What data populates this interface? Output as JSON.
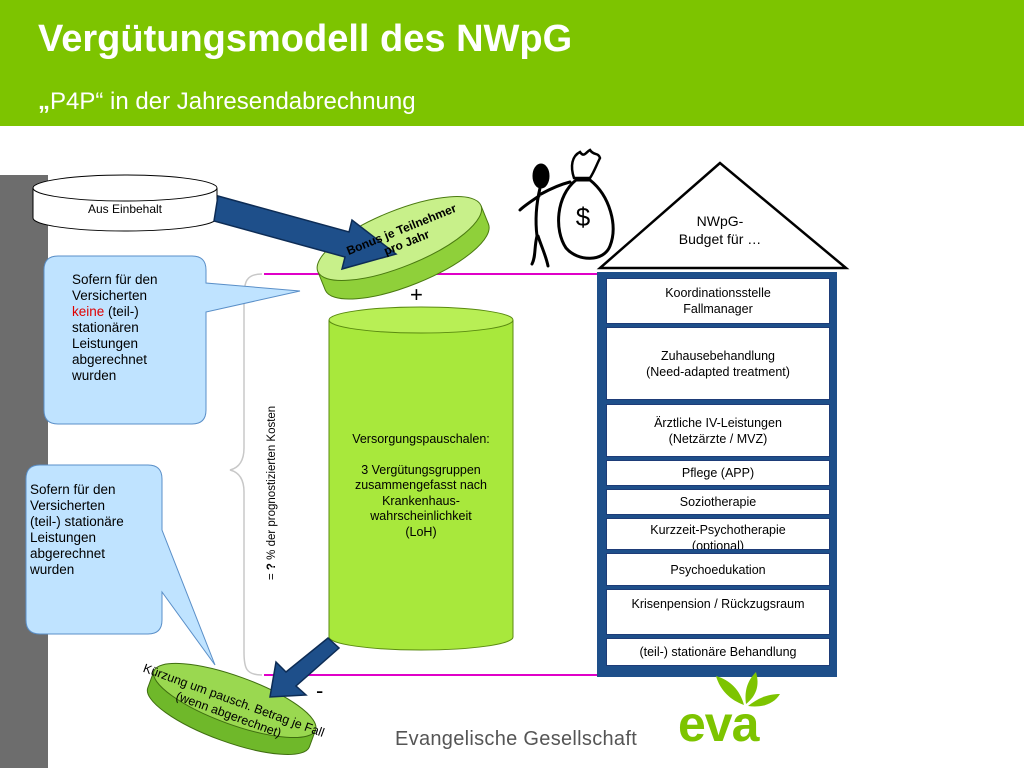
{
  "header": {
    "title": "Vergütungsmodell des NWpG",
    "subtitle_quote_open": "„",
    "subtitle_rest": "P4P“ in der Jahresendabrechnung"
  },
  "cylinder_top": {
    "label": "Aus Einbehalt"
  },
  "bonus_disc": {
    "line1": "Bonus je Teilnehmer",
    "line2": "pro Jahr"
  },
  "bubble_top": {
    "line1": "Sofern für den",
    "line2": "Versicherten",
    "keine": "keine",
    "teil": " (teil-)",
    "line4": "stationären",
    "line5": "Leistungen",
    "line6": "abgerechnet",
    "line7": "wurden"
  },
  "bubble_bottom": {
    "line1": "Sofern für den",
    "line2": "Versicherten",
    "line3": "(teil-) stationäre",
    "line4": "Leistungen",
    "line5": "abgerechnet",
    "line6": "wurden"
  },
  "vertical_label": {
    "prefix": "= ",
    "q": "?",
    "rest": " % der prognostizierten Kosten"
  },
  "plus_sign": "+",
  "minus_sign": "-",
  "green_cylinder": {
    "line1": "Versorgungspauschalen:",
    "line2": "3 Vergütungsgruppen",
    "line3": "zusammengefasst nach",
    "line4": "Krankenhaus-",
    "line5": "wahrscheinlichkeit",
    "line6": "(LoH)"
  },
  "bottom_disc": {
    "line1": "Kürzung um pausch. Betrag je Fall",
    "line2": "(wenn abgerechnet)"
  },
  "money_bag": {
    "symbol": "$"
  },
  "roof": {
    "line1": "NWpG-",
    "line2": "Budget für …"
  },
  "budget_items": [
    {
      "line1": "Koordinationsstelle",
      "line2": "Fallmanager"
    },
    {
      "line1": "Zuhausebehandlung",
      "line2": "(Need-adapted treatment)"
    },
    {
      "line1": "Ärztliche IV-Leistungen",
      "line2": "(Netzärzte / MVZ)"
    },
    {
      "line1": "Pflege (APP)",
      "line2": ""
    },
    {
      "line1": "Soziotherapie",
      "line2": ""
    },
    {
      "line1": "Kurzzeit-Psychotherapie",
      "line2": "(optional)"
    },
    {
      "line1": "Psychoedukation",
      "line2": ""
    },
    {
      "line1": "Krisenpension / Rückzugsraum",
      "line2": ""
    },
    {
      "line1": "(teil-) stationäre Behandlung",
      "line2": ""
    }
  ],
  "footer": {
    "org_name": "Evangelische Gesellschaft",
    "logo_text": "eva"
  },
  "colors": {
    "header_green": "#7dc400",
    "cylinder_green": "#a8e83c",
    "disc_green": "#8fd03a",
    "budget_blue": "#1e4f8a",
    "bubble_blue": "#bfe3ff",
    "magenta": "#e000c8"
  }
}
